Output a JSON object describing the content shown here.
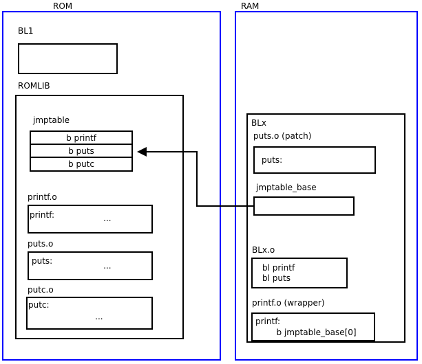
{
  "diagram": {
    "title": "ROM/RAM jump table patching diagram",
    "colors": {
      "region_border": "#0000ff",
      "box_border": "#000000",
      "background": "#ffffff",
      "text": "#000000"
    },
    "regions": [
      {
        "id": "rom",
        "label": "ROM"
      },
      {
        "id": "ram",
        "label": "RAM"
      }
    ],
    "rom": {
      "label": "ROM",
      "bl1": {
        "label": "BL1",
        "body": ""
      },
      "romlib": {
        "label": "ROMLIB",
        "jmptable": {
          "label": "jmptable",
          "entries": [
            {
              "text": "b printf"
            },
            {
              "text": "b puts"
            },
            {
              "text": "b putc"
            }
          ]
        },
        "objects": [
          {
            "label": "printf.o",
            "lines": [
              "printf:",
              "          ..."
            ]
          },
          {
            "label": "puts.o",
            "lines": [
              "puts:",
              "          ..."
            ]
          },
          {
            "label": "putc.o",
            "lines": [
              "putc:",
              "          ..."
            ]
          }
        ]
      }
    },
    "ram": {
      "label": "RAM",
      "blx": {
        "label": "BLx",
        "puts_patch": {
          "label": "puts.o (patch)",
          "lines": [
            "puts:"
          ]
        },
        "jmptable_base": {
          "label": "jmptable_base",
          "lines": [
            ""
          ]
        },
        "blx_o": {
          "label": "BLx.o",
          "lines": [
            "bl printf",
            "bl puts"
          ]
        },
        "printf_wrapper": {
          "label": "printf.o (wrapper)",
          "lines": [
            "printf:",
            "        b jmptable_base[0]"
          ]
        }
      }
    },
    "connector": {
      "name": "jmptable-base-to-puts-entry",
      "from": "jmptable_base",
      "to": "jmptable entry: b puts",
      "arrow_direction": "left"
    }
  }
}
